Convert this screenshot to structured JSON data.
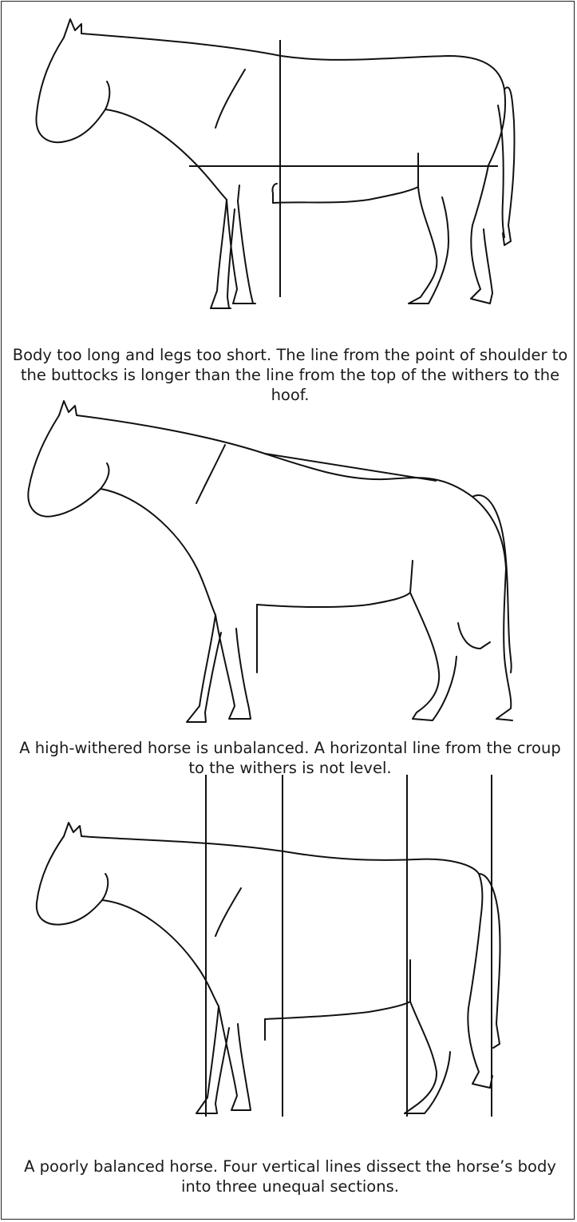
{
  "figures": [
    {
      "id": "long-body",
      "caption": "Body too long and legs too short. The line from the point of shoulder to the buttocks is longer than the line from the top of the withers to the hoof."
    },
    {
      "id": "high-withered",
      "caption": "A high-withered horse is unbalanced. A horizontal line from the croup to the withers is not level."
    },
    {
      "id": "poorly-balanced",
      "caption": "A poorly balanced horse. Four vertical lines dissect the horse’s body into three unequal sections."
    }
  ]
}
